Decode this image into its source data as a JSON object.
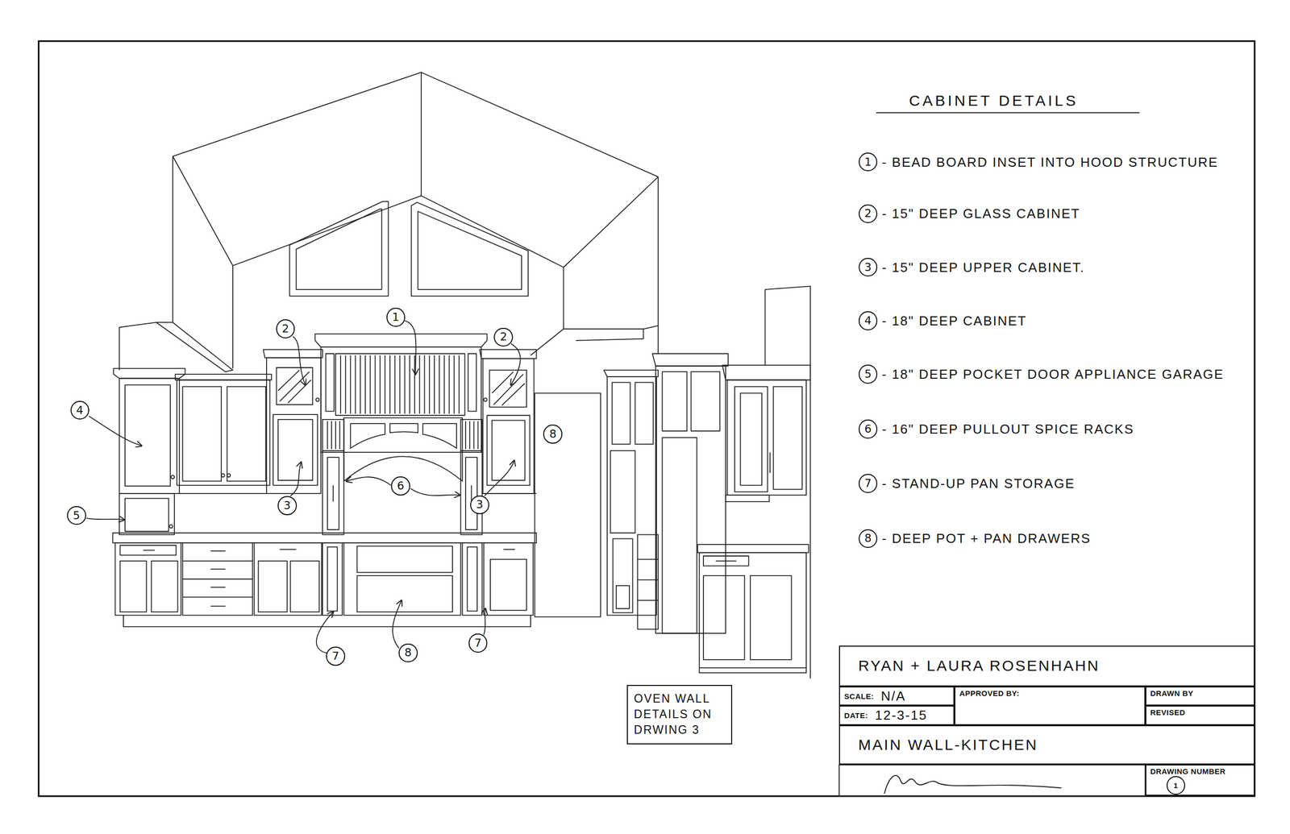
{
  "diagram": {
    "title": "CABINET DETAILS",
    "nodes": [
      {
        "text": [
          "2"
        ]
      },
      {
        "text": [
          "1"
        ]
      },
      {
        "text": [
          "2"
        ]
      },
      {
        "text": [
          "4"
        ]
      },
      {
        "text": [
          "8"
        ]
      },
      {
        "text": [
          "6"
        ]
      },
      {
        "text": [
          "3"
        ]
      },
      {
        "text": [
          "3"
        ]
      },
      {
        "text": [
          "5"
        ]
      },
      {
        "text": [
          "7"
        ]
      },
      {
        "text": [
          "8"
        ]
      },
      {
        "text": [
          "7"
        ]
      },
      {
        "text": [
          "OVEN WALL DETAILS ON DRWING 3"
        ]
      },
      {
        "text": [
          "1"
        ]
      },
      {
        "text": [
          "2"
        ]
      },
      {
        "text": [
          "3"
        ]
      },
      {
        "text": [
          "4"
        ]
      },
      {
        "text": [
          "5"
        ]
      },
      {
        "text": [
          "6"
        ]
      },
      {
        "text": [
          "7"
        ]
      },
      {
        "text": [
          "8"
        ]
      },
      {
        "text": [
          "RYAN + LAURA ROSENHAHN"
        ]
      },
      {
        "text": [
          "SCALE:",
          "N/A"
        ]
      },
      {
        "text": [
          "APPROVED BY:"
        ]
      },
      {
        "text": [
          "DRAWN BY"
        ]
      },
      {
        "text": [
          "DATE:",
          "12-3-15"
        ]
      },
      {
        "text": [
          "REVISED"
        ]
      },
      {
        "text": [
          "MAIN WALL-KITCHEN"
        ]
      },
      {
        "text": [
          "DRAWING NUMBER"
        ]
      },
      {
        "text": [
          "1"
        ],
        "in": 28
      }
    ],
    "labels": [
      "- BEAD BOARD INSET INTO HOOD STRUCTURE",
      "- 15\" DEEP GLASS CABINET",
      "- 15\" DEEP UPPER CABINET.",
      "- 18\" DEEP CABINET",
      "- 18\" DEEP POCKET DOOR APPLIANCE GARAGE",
      "- 16\" DEEP PULLOUT SPICE RACKS",
      "- STAND-UP PAN STORAGE",
      "- DEEP POT + PAN DRAWERS"
    ]
  }
}
